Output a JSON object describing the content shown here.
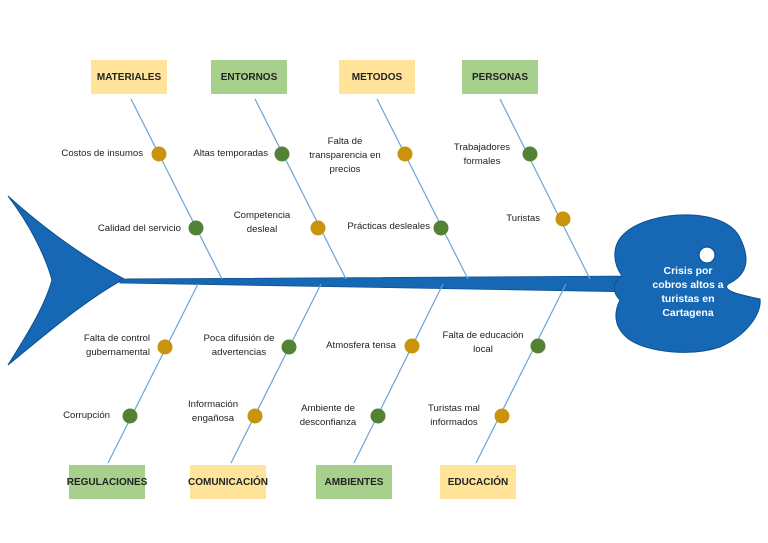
{
  "diagram": {
    "effect": "Crisis por cobros altos a turistas en Cartagena",
    "categories_top": [
      {
        "id": "materiales",
        "label": "MATERIALES",
        "color": "#ffe49a"
      },
      {
        "id": "entornos",
        "label": "ENTORNOS",
        "color": "#a8d08d"
      },
      {
        "id": "metodos",
        "label": "METODOS",
        "color": "#ffe49a"
      },
      {
        "id": "personas",
        "label": "PERSONAS",
        "color": "#a8d08d"
      }
    ],
    "categories_bottom": [
      {
        "id": "regulaciones",
        "label": "REGULACIONES",
        "color": "#a8d08d"
      },
      {
        "id": "comunicacion",
        "label": "COMUNICACIÓN",
        "color": "#ffe49a"
      },
      {
        "id": "ambientes",
        "label": "AMBIENTES",
        "color": "#a8d08d"
      },
      {
        "id": "educacion",
        "label": "EDUCACIÓN",
        "color": "#ffe49a"
      }
    ],
    "causes": {
      "materiales": [
        "Costos de insumos",
        "Calidad del servicio"
      ],
      "entornos": [
        "Altas temporadas",
        "Competencia desleal"
      ],
      "metodos": [
        "Falta de transparencia en precios",
        "Prácticas desleales"
      ],
      "personas": [
        "Trabajadores formales",
        "Turistas"
      ],
      "regulaciones": [
        "Falta de control gubernamental",
        "Corrupción"
      ],
      "comunicacion": [
        "Poca difusión de advertencias",
        "Información engañosa"
      ],
      "ambientes": [
        "Atmosfera tensa",
        "Ambiente de desconfianza"
      ],
      "educacion": [
        "Falta de educación local",
        "Turistas mal informados"
      ]
    },
    "colors": {
      "fish": "#1668b4",
      "fish_edge": "#0f4f8e",
      "bone": "#6aa3d8",
      "dot_yellow": "#c9930c",
      "dot_green": "#548235"
    }
  }
}
